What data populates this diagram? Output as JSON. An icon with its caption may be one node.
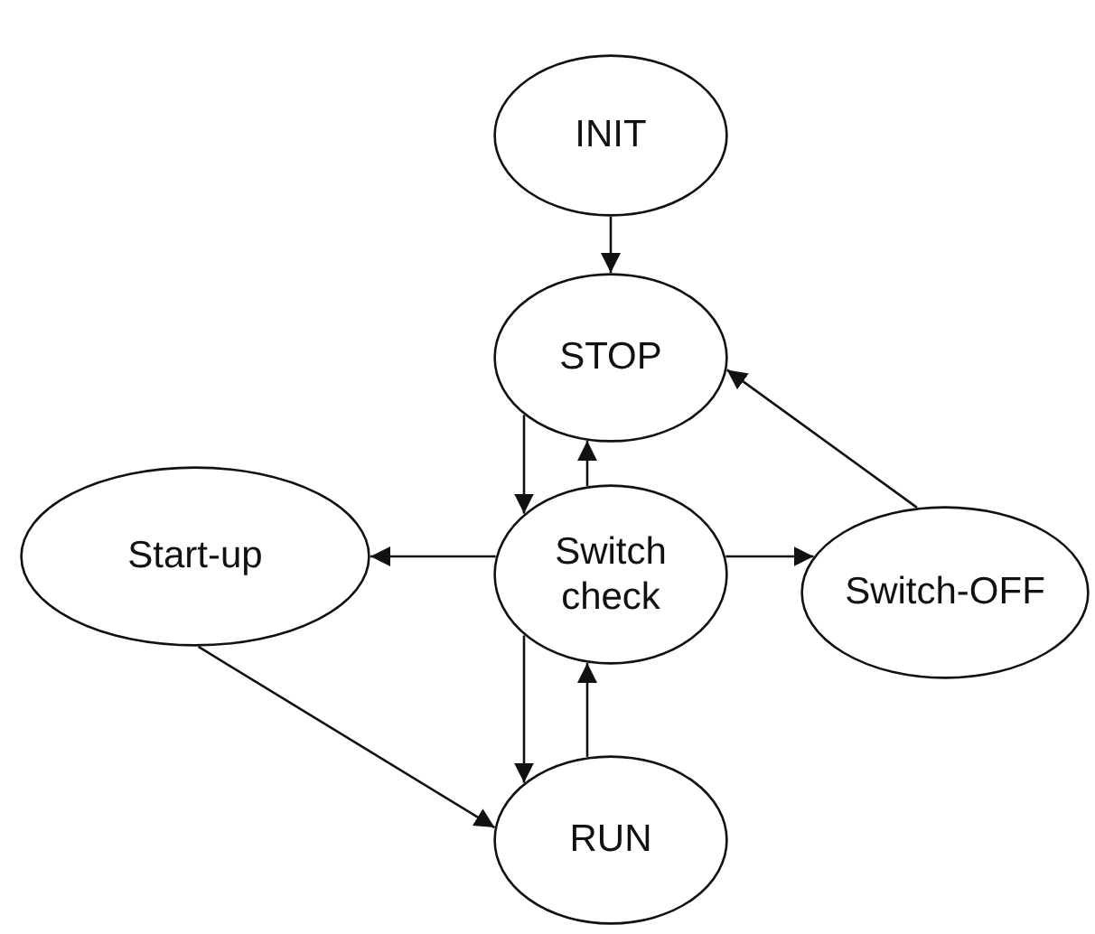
{
  "diagram": {
    "nodes": [
      {
        "text": [
          "INIT"
        ]
      },
      {
        "text": [
          "STOP"
        ]
      },
      {
        "text": [
          "Switch check"
        ]
      },
      {
        "text": [
          "Start-up"
        ]
      },
      {
        "text": [
          "Switch-OFF"
        ]
      },
      {
        "text": [
          "RUN"
        ]
      }
    ],
    "edges": [
      {
        "from": 0,
        "to": 1,
        "arrow": "to"
      },
      {
        "from": 1,
        "to": 2,
        "arrow": "to"
      },
      {
        "from": 2,
        "to": 1,
        "arrow": "to"
      },
      {
        "from": 4,
        "to": 1,
        "arrow": "to"
      },
      {
        "from": 2,
        "to": 3,
        "arrow": "to"
      },
      {
        "from": 2,
        "to": 4,
        "arrow": "to"
      },
      {
        "from": 3,
        "to": 5,
        "arrow": "to"
      },
      {
        "from": 2,
        "to": 5,
        "arrow": "to"
      },
      {
        "from": 5,
        "to": 2,
        "arrow": "to"
      }
    ]
  }
}
